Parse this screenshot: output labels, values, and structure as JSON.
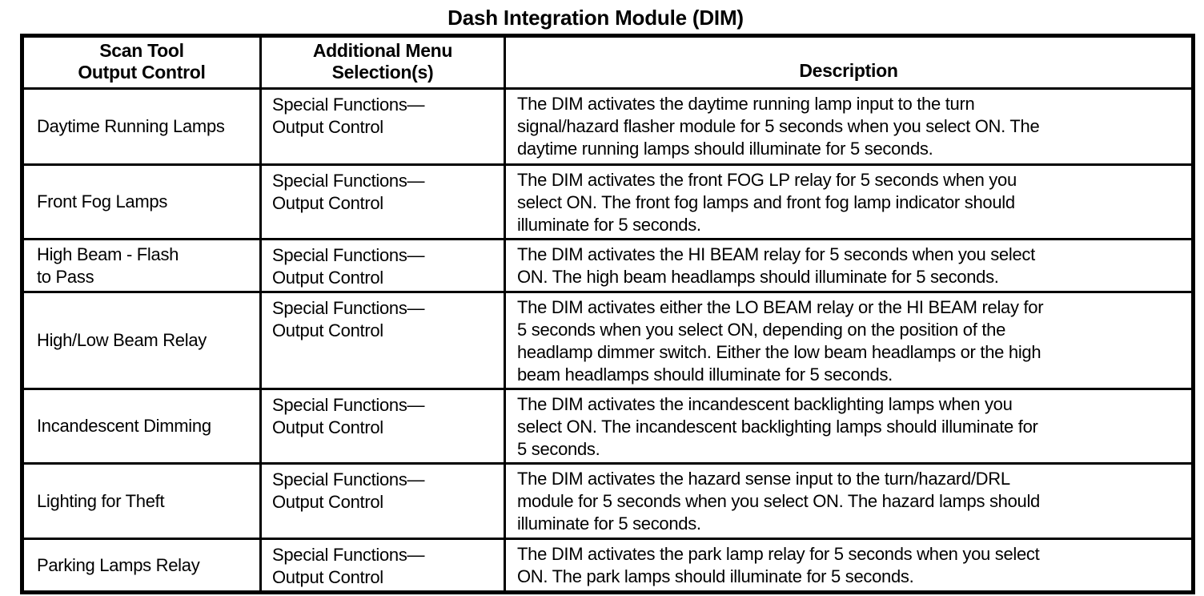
{
  "title": "Dash Integration Module (DIM)",
  "table": {
    "headers": [
      "Scan Tool\nOutput Control",
      "Additional Menu\nSelection(s)",
      "Description"
    ],
    "rows": [
      {
        "control": "Daytime Running Lamps",
        "menu": "Special Functions—\nOutput Control",
        "description": "The DIM activates the daytime running lamp input to the turn\nsignal/hazard flasher module for 5 seconds when you select ON. The\ndaytime running lamps should illuminate for 5 seconds."
      },
      {
        "control": "Front Fog Lamps",
        "menu": "Special Functions—\nOutput Control",
        "description": "The DIM activates the front FOG LP relay for 5 seconds when you\nselect ON. The front fog lamps and front fog lamp indicator should\nilluminate for 5 seconds."
      },
      {
        "control": "High Beam - Flash\nto Pass",
        "menu": "Special Functions—\nOutput Control",
        "description": "The DIM activates the HI BEAM relay for 5 seconds when you select\nON. The high beam headlamps should illuminate for 5 seconds."
      },
      {
        "control": "High/Low Beam Relay",
        "menu": "Special Functions—\nOutput Control",
        "description": "The DIM activates either the LO BEAM relay or the HI BEAM relay for\n5 seconds when you select ON, depending on the position of the\nheadlamp dimmer switch. Either the low beam headlamps or the high\nbeam headlamps should illuminate for 5 seconds."
      },
      {
        "control": "Incandescent Dimming",
        "menu": "Special Functions—\nOutput Control",
        "description": "The DIM activates the incandescent backlighting lamps when you\nselect ON. The incandescent backlighting lamps should illuminate for\n5 seconds."
      },
      {
        "control": "Lighting for Theft",
        "menu": "Special Functions—\nOutput Control",
        "description": "The DIM activates the hazard sense input to the turn/hazard/DRL\nmodule for 5 seconds when you select ON. The hazard lamps should\nilluminate for 5 seconds."
      },
      {
        "control": "Parking Lamps Relay",
        "menu": "Special Functions—\nOutput Control",
        "description": "The DIM activates the park lamp relay for 5 seconds when you select\nON. The park lamps should illuminate for 5 seconds."
      }
    ]
  }
}
